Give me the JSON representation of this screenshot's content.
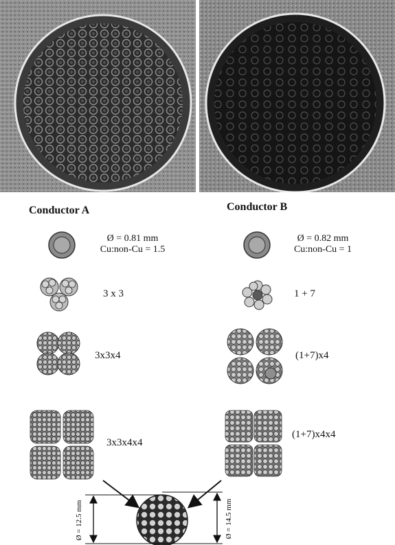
{
  "conductor_a": {
    "title": "Conductor A",
    "strand_diameter": "Ø = 0.81 mm",
    "cu_ratio": "Cu:non-Cu = 1.5",
    "stages": [
      "3 x 3",
      "3x3x4",
      "3x3x4x4"
    ]
  },
  "conductor_b": {
    "title": "Conductor B",
    "strand_diameter": "Ø = 0.82 mm",
    "cu_ratio": "Cu:non-Cu = 1",
    "stages": [
      "1 + 7",
      "(1+7)x4",
      "(1+7)x4x4"
    ]
  },
  "cable_diagram": {
    "dim_left": "Ø = 12.5 mm",
    "dim_right": "Ø = 14.5 mm"
  },
  "colors": {
    "photo_background": "#8c8c8c",
    "photo_interior": "#1e1e1e",
    "strand_gray": "#8a8a8a",
    "strand_outline": "#333333"
  }
}
